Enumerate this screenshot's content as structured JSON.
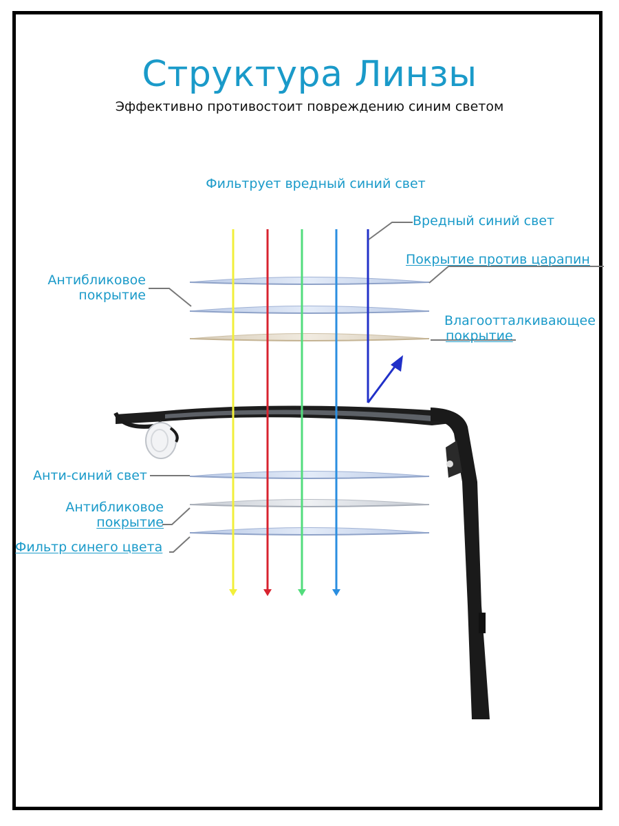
{
  "colors": {
    "accent": "#1a9ac9",
    "ray_yellow": "#f2ef3a",
    "ray_red": "#d8232f",
    "ray_green": "#52dc7c",
    "ray_blue": "#2a8ee0",
    "ray_harmful": "#2030c8",
    "frame": "#111111"
  },
  "header": {
    "title": "Структура Линзы",
    "subtitle": "Эффективно противостоит повреждению синим светом"
  },
  "caption": "Фильтрует вредный синий свет",
  "labels": {
    "harmful_blue": "Вредный синий свет",
    "scratch_coating": "Покрытие против царапин",
    "antiglare_top_line1": "Антибликовое",
    "antiglare_top_line2": "покрытие",
    "water_repellent_line1": "Влагоотталкивающее",
    "water_repellent_line2": "покрытие",
    "anti_blue": "Анти-синий свет",
    "antiglare_bottom_line1": "Антибликовое",
    "antiglare_bottom_line2": "покрытие",
    "blue_filter": "Фильтр синего цвета"
  },
  "icons": {
    "rays": "arrow-down-icon",
    "reflected": "arrow-up-right-icon",
    "glasses": "eyeglasses-frame-icon"
  }
}
